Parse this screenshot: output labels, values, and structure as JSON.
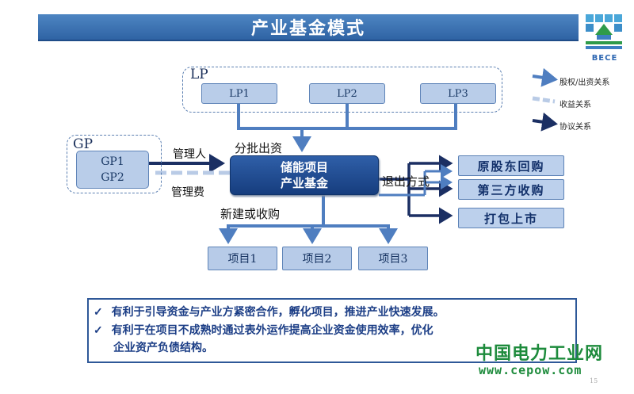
{
  "title": "产业基金模式",
  "logo": {
    "text": "BECE"
  },
  "lp_group": {
    "label": "LP",
    "items": [
      "LP1",
      "LP2",
      "LP3"
    ]
  },
  "gp_group": {
    "label": "GP",
    "items": [
      "GP1",
      "GP2"
    ]
  },
  "fund": {
    "line1": "储能项目",
    "line2": "产业基金"
  },
  "edges": {
    "installment": "分批出资",
    "manager": "管理人",
    "fee": "管理费",
    "exit": "退出方式",
    "build": "新建或收购"
  },
  "exits": [
    "原股东回购",
    "第三方收购",
    "打包上市"
  ],
  "projects": [
    "项目1",
    "项目2",
    "项目3"
  ],
  "legend": [
    "股权/出资关系",
    "收益关系",
    "协议关系"
  ],
  "bullets": [
    "有利于引导资金与产业方紧密合作，孵化项目，推进产业快速发展。",
    "有利于在项目不成熟时通过表外运作提高企业资金使用效率，优化",
    "企业资产负债结构。"
  ],
  "watermark": {
    "cn": "中国电力工业网",
    "url": "www.cepow.com"
  },
  "page_number": "15",
  "colors": {
    "equity": "#4f7ec0",
    "income": "#b9cbe6",
    "agreement": "#1b2f63",
    "title": "#3a70b4"
  }
}
